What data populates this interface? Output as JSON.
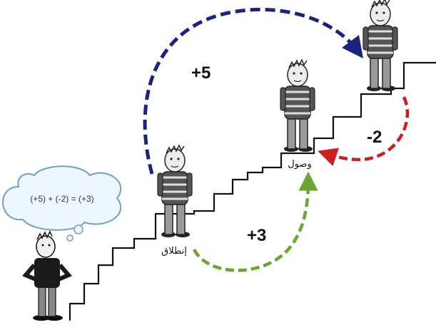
{
  "bubble": {
    "equation": "(+5) + (-2) = (+3)"
  },
  "jumps": {
    "plus5": {
      "label": "+5",
      "color": "#1a237e"
    },
    "minus2": {
      "label": "-2",
      "color": "#cc1f1f"
    },
    "plus3": {
      "label": "+3",
      "color": "#6aa632"
    }
  },
  "labels": {
    "start": "إنطلاق",
    "arrival": "وصول"
  },
  "colors": {
    "stairs": "#111111",
    "figure_dark": "#333333",
    "figure_light": "#a8a8a8"
  }
}
